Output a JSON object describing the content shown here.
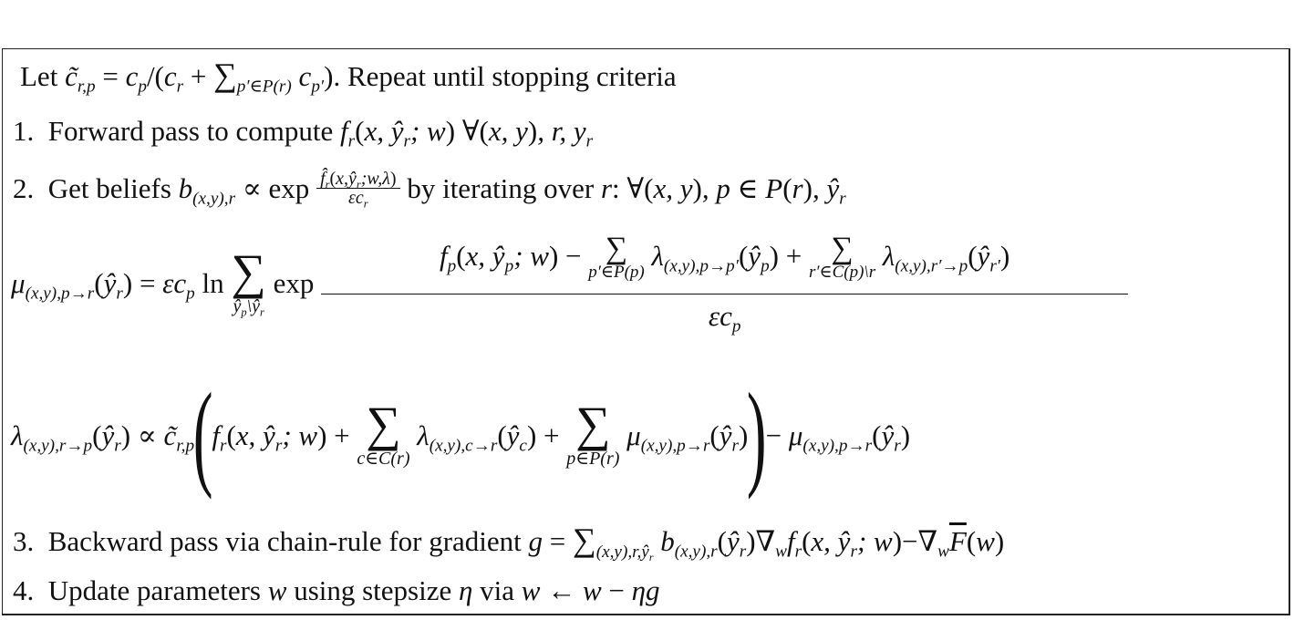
{
  "algorithm_box": {
    "header": {
      "prefix": "Let",
      "definition": "c̃_{r,p} = c_p / (c_r + Σ_{p'∈P(r)} c_{p'})",
      "suffix": ". Repeat until stopping criteria"
    },
    "steps": [
      {
        "number": "1.",
        "text": "Forward pass to compute",
        "math": "f_r(x, ŷ_r; w) ∀(x,y), r, y_r"
      },
      {
        "number": "2.",
        "text": "Get beliefs",
        "math": "b_{(x,y),r} ∝ exp (f̂_r(x,ŷ_r;w,λ) / εc_r)",
        "text2": "by iterating over",
        "math2": "r: ∀(x,y), p ∈ P(r), ŷ_r",
        "equations": [
          {
            "name": "mu-update",
            "lhs": "μ_{(x,y),p→r}(ŷ_r)",
            "rhs": "= εc_p ln Σ_{ŷ_p \\ ŷ_r} exp [ f_p(x,ŷ_p;w) − Σ_{p'∈P(p)} λ_{(x,y),p→p'}(ŷ_p) + Σ_{r'∈C(p)\\r} λ_{(x,y),r'→p}(ŷ_{r'}) ] / εc_p"
          },
          {
            "name": "lambda-update",
            "lhs": "λ_{(x,y),r→p}(ŷ_r)",
            "rhs": "∝ c̃_{r,p} ( f_r(x,ŷ_r;w) + Σ_{c∈C(r)} λ_{(x,y),c→r}(ŷ_c) + Σ_{p∈P(r)} μ_{(x,y),p→r}(ŷ_r) ) − μ_{(x,y),p→r}(ŷ_r)"
          }
        ]
      },
      {
        "number": "3.",
        "text": "Backward pass via chain-rule for gradient",
        "math": "g = Σ_{(x,y),r,ŷ_r} b_{(x,y),r}(ŷ_r) ∇_w f_r(x,ŷ_r;w) − ∇_w F̄(w)"
      },
      {
        "number": "4.",
        "text": "Update parameters",
        "var_w": "w",
        "text_b": "using stepsize",
        "var_eta": "η",
        "text_c": "via",
        "math": "w ← w − ηg"
      }
    ]
  },
  "labels": {
    "let": "Let",
    "repeat": ". Repeat until stopping criteria",
    "s1_num": "1.",
    "s1_text": "Forward pass to compute",
    "s2_num": "2.",
    "s2_text": "Get beliefs",
    "s2_text2": "by iterating over",
    "s3_num": "3.",
    "s3_text": "Backward pass via chain-rule for gradient",
    "s4_num": "4.",
    "s4_text": "Update parameters",
    "s4_text_b": "using stepsize",
    "s4_text_c": "via"
  }
}
